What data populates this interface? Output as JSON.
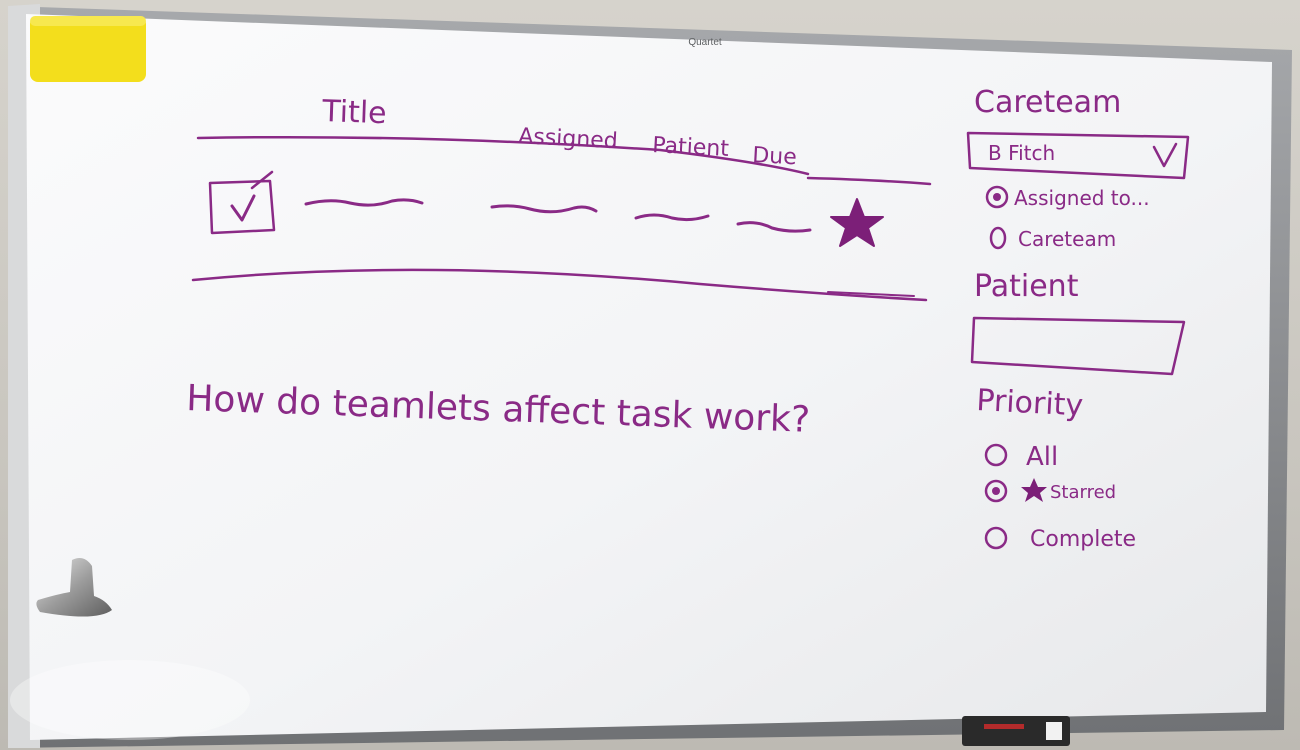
{
  "board": {
    "brand": "Quartet",
    "ink_color": "#8a2a86",
    "frame_color": "#8b8d90",
    "surface_color": "#f6f7f8",
    "eraser_color": "#f3de1c"
  },
  "task_table": {
    "columns": {
      "title": "Title",
      "assigned": "Assigned",
      "patient": "Patient",
      "due": "Due"
    },
    "row": {
      "checkbox_checked": true,
      "starred": true
    }
  },
  "question": "How do teamlets affect task work?",
  "filters": {
    "careteam_label": "Careteam",
    "careteam_selected": "B Fitch",
    "assign_options": [
      {
        "label": "Assigned to...",
        "selected": true
      },
      {
        "label": "Careteam",
        "selected": false
      }
    ],
    "patient_label": "Patient",
    "priority_label": "Priority",
    "priority_options": [
      {
        "label": "All",
        "selected": false
      },
      {
        "label": "Starred",
        "selected": true
      },
      {
        "label": "Complete",
        "selected": false
      }
    ]
  }
}
